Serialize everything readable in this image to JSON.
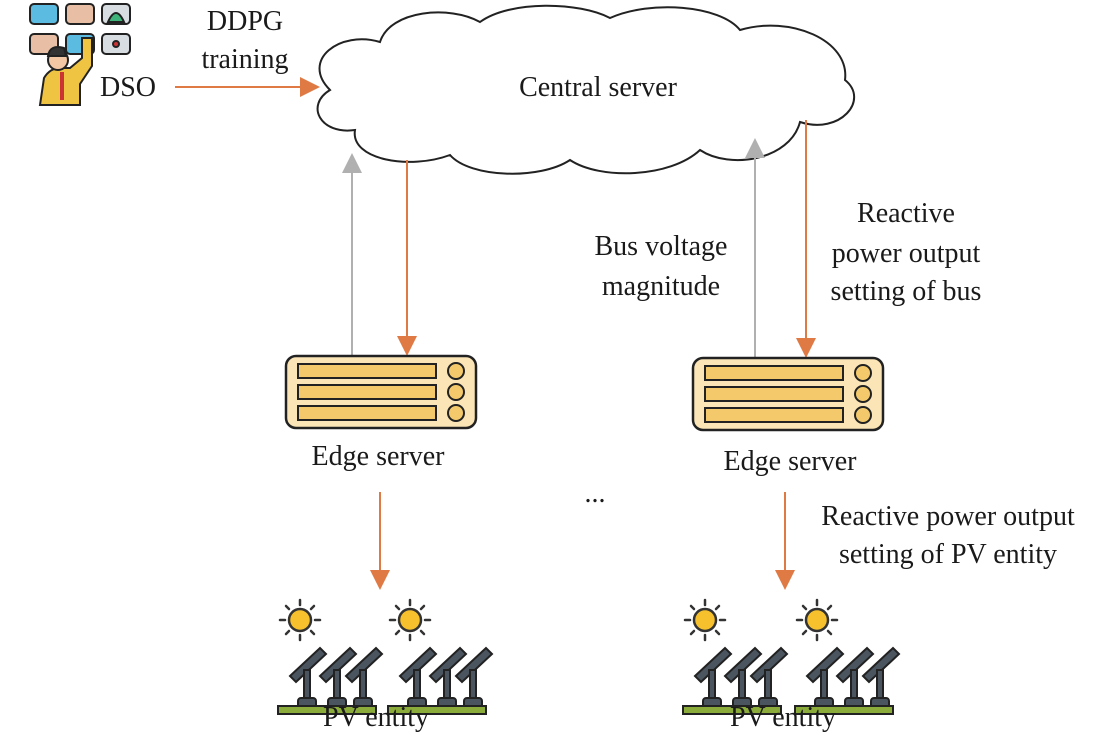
{
  "colors": {
    "orange_arrow": "#e07a45",
    "gray_arrow": "#b0b0b0",
    "server_fill": "#fbe5b6",
    "server_bar": "#f3c96b",
    "sun": "#f6c12c",
    "panel": "#4a5560",
    "ground": "#8bab3b"
  },
  "dso": {
    "label": "DSO",
    "icon": "operator-dashboard-icon"
  },
  "training": {
    "line1": "DDPG",
    "line2": "training"
  },
  "cloud": {
    "label": "Central server",
    "icon": "cloud-icon"
  },
  "uplink": {
    "line1": "Bus voltage",
    "line2": "magnitude"
  },
  "downlink": {
    "line1": "Reactive",
    "line2": "power output",
    "line3": "setting of bus"
  },
  "edge_servers": [
    {
      "label": "Edge server"
    },
    {
      "label": "Edge server"
    }
  ],
  "ellipsis": "...",
  "pv_setting": {
    "line1": "Reactive power output",
    "line2": "setting of PV entity"
  },
  "pv_entities": [
    {
      "label": "PV entity"
    },
    {
      "label": "PV entity"
    }
  ]
}
